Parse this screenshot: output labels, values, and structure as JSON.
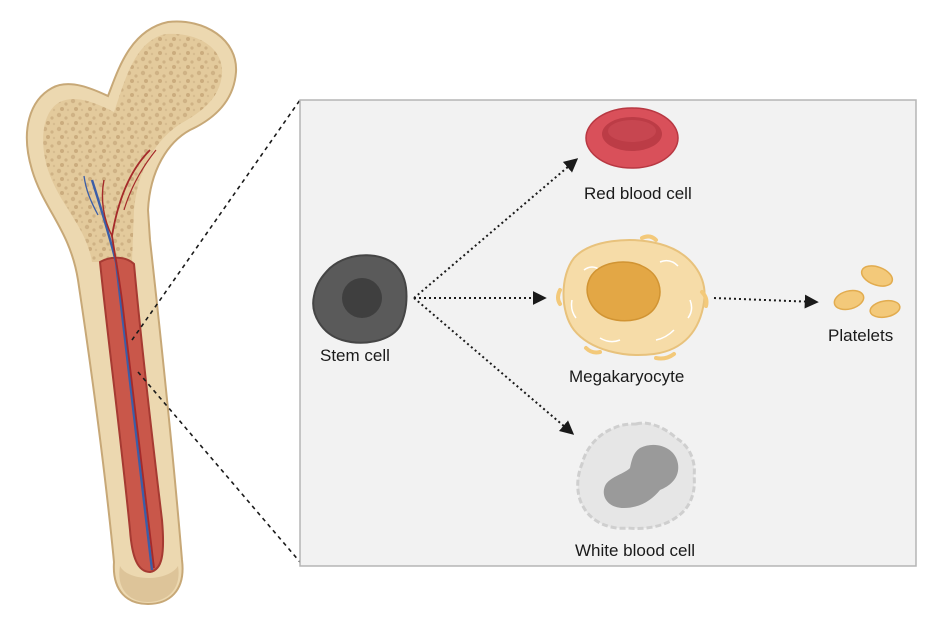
{
  "labels": {
    "stem_cell": "Stem cell",
    "red_blood_cell": "Red blood cell",
    "megakaryocyte": "Megakaryocyte",
    "platelets": "Platelets",
    "white_blood_cell": "White blood cell"
  },
  "colors": {
    "bone_outer": "#e9d5ab",
    "bone_spongy": "#d6bb8f",
    "bone_edge": "#c9ac7c",
    "marrow": "#c9574a",
    "marrow_dark": "#a63a32",
    "vein": "#3b5ea8",
    "artery": "#a52a2a",
    "panel_bg": "#f2f2f2",
    "panel_border": "#b5b5b5",
    "stem_cell": "#5a5a5a",
    "stem_nucleus": "#3c3c3c",
    "rbc": "#d9505a",
    "rbc_center": "#b83842",
    "mega_body": "#f6dca8",
    "mega_nucleus": "#e3a745",
    "platelet": "#f3c97a",
    "wbc_body": "#e6e6e6",
    "wbc_nucleus": "#9a9a9a",
    "arrow": "#1a1a1a"
  },
  "icons": [
    "femur-bone-illustration",
    "stem-cell-icon",
    "red-blood-cell-icon",
    "megakaryocyte-icon",
    "platelets-icon",
    "white-blood-cell-icon"
  ]
}
